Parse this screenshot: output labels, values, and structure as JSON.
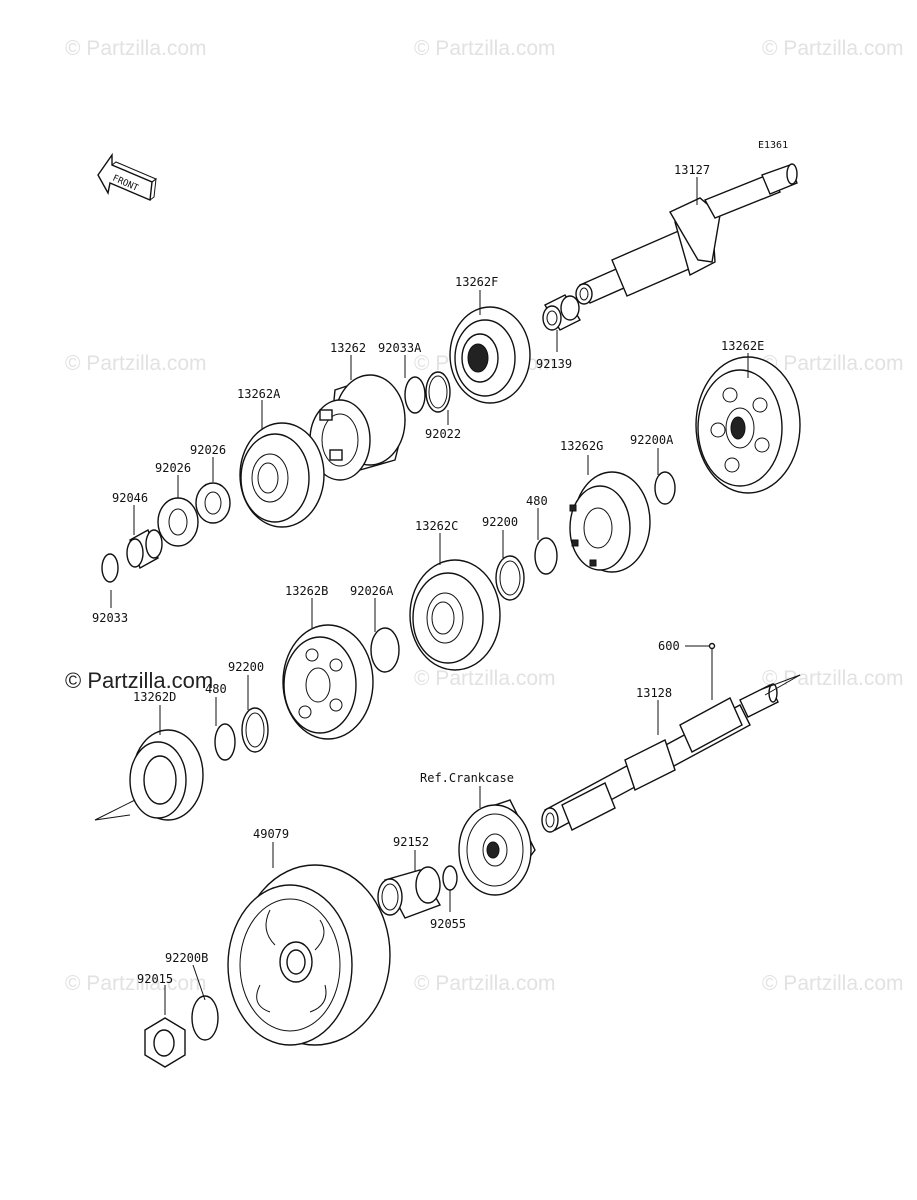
{
  "diagram": {
    "code": "E1361",
    "front_label": "FRONT",
    "watermark": "© Partzilla.com",
    "callouts": {
      "p13127": "13127",
      "p13262F": "13262F",
      "p13262": "13262",
      "p92033A": "92033A",
      "p13262A": "13262A",
      "p92026a": "92026",
      "p92026b": "92026",
      "p92046": "92046",
      "p92033": "92033",
      "p92139": "92139",
      "p92022": "92022",
      "p13262E": "13262E",
      "p13262G": "13262G",
      "p92200A": "92200A",
      "p480a": "480",
      "p92200a": "92200",
      "p13262C": "13262C",
      "p13262B": "13262B",
      "p92026A": "92026A",
      "p92200b": "92200",
      "p480b": "480",
      "p13262D": "13262D",
      "p600": "600",
      "p13128": "13128",
      "pRefCrankcase": "Ref.Crankcase",
      "p49079": "49079",
      "p92152": "92152",
      "p92055": "92055",
      "p92200B": "92200B",
      "p92015": "92015"
    }
  }
}
